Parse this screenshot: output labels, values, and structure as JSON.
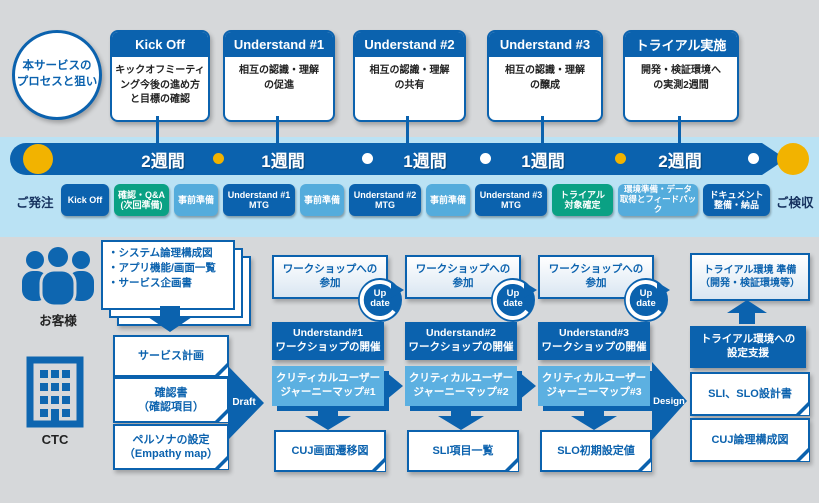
{
  "palette": {
    "primary_blue": "#0b62ae",
    "light_blue": "#54acdc",
    "green": "#0aa184",
    "cujm_blue": "#5cb0e1",
    "band_blue": "#bae2f4",
    "background_gray": "#d6d8da",
    "yellow": "#f2b300"
  },
  "intro_circle": {
    "label": "本サービスの\nプロセスと狙い"
  },
  "phases": [
    {
      "title": "Kick Off",
      "desc": "キックオフミーティ\nング今後の進め方\nと目標の確認"
    },
    {
      "title": "Understand #1",
      "desc": "相互の認識・理解\nの促進"
    },
    {
      "title": "Understand #2",
      "desc": "相互の認識・理解\nの共有"
    },
    {
      "title": "Understand #3",
      "desc": "相互の認識・理解\nの醸成"
    },
    {
      "title": "トライアル実施",
      "desc": "開発・検証環境へ\nの実測2週間"
    }
  ],
  "timeline": {
    "weeks": [
      "2週間",
      "1週間",
      "1週間",
      "1週間",
      "2週間"
    ]
  },
  "process_row": {
    "start_label": "ご発注",
    "end_label": "ご検収",
    "steps": [
      {
        "label": "Kick Off",
        "type": "dark"
      },
      {
        "label": "確認・Q&A\n(次回準備)",
        "type": "green"
      },
      {
        "label": "事前準備",
        "type": "light"
      },
      {
        "label": "Understand #1\nMTG",
        "type": "dark"
      },
      {
        "label": "事前準備",
        "type": "light"
      },
      {
        "label": "Understand #2\nMTG",
        "type": "dark"
      },
      {
        "label": "事前準備",
        "type": "light"
      },
      {
        "label": "Understand #3\nMTG",
        "type": "dark"
      },
      {
        "label": "トライアル\n対象確定",
        "type": "green"
      },
      {
        "label": "環境準備・データ\n取得とフィードバック",
        "type": "light"
      },
      {
        "label": "ドキュメント\n整備・納品",
        "type": "dark"
      }
    ]
  },
  "actors": {
    "customer": "お客様",
    "provider": "CTC"
  },
  "customer_inputs": "・システム論理構成図\n・アプリ機能/画面一覧\n・サービス企画書",
  "ctc_docs": [
    "サービス計画",
    "確認書\n（確認項目）",
    "ペルソナの設定\n（Empathy map）"
  ],
  "flow_labels": {
    "draft": "Draft",
    "design": "Design",
    "update": "Up\ndate"
  },
  "workshops": [
    {
      "participation": "ワークショップへの\n参加",
      "host": "Understand#1\nワークショップの開催",
      "cujm": "クリティカルユーザー\nジャーニーマップ#1",
      "output": "CUJ画面遷移図"
    },
    {
      "participation": "ワークショップへの\n参加",
      "host": "Understand#2\nワークショップの開催",
      "cujm": "クリティカルユーザー\nジャーニーマップ#2",
      "output": "SLI項目一覧"
    },
    {
      "participation": "ワークショップへの\n参加",
      "host": "Understand#3\nワークショップの開催",
      "cujm": "クリティカルユーザー\nジャーニーマップ#3",
      "output": "SLO初期設定値"
    }
  ],
  "trial": {
    "prep": "トライアル環境 準備\n（開発・検証環境等）",
    "support": "トライアル環境への\n設定支援",
    "docs": [
      "SLI、SLO設計書",
      "CUJ論理構成図"
    ]
  }
}
